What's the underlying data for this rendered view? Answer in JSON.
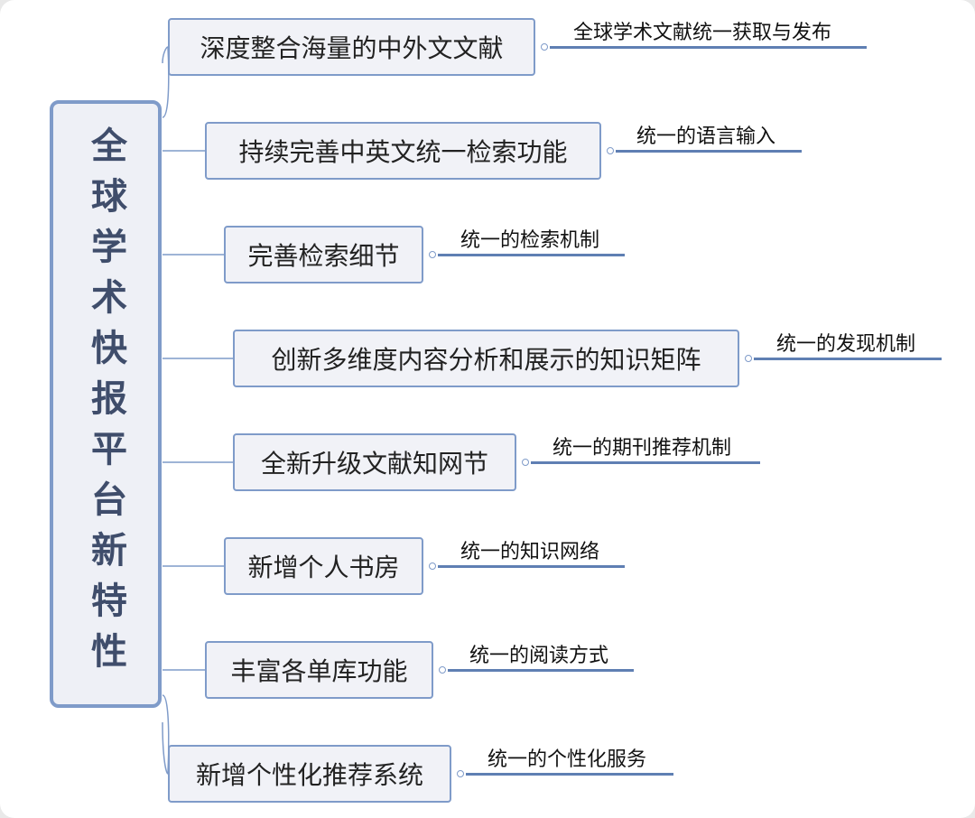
{
  "root": {
    "title": "全球学术快报平台新特性"
  },
  "branches": [
    {
      "label": "深度整合海量的中外文文献",
      "leaf": "全球学术文献统一获取与发布"
    },
    {
      "label": "持续完善中英文统一检索功能",
      "leaf": "统一的语言输入"
    },
    {
      "label": "完善检索细节",
      "leaf": "统一的检索机制"
    },
    {
      "label": "创新多维度内容分析和展示的知识矩阵",
      "leaf": "统一的发现机制"
    },
    {
      "label": "全新升级文献知网节",
      "leaf": "统一的期刊推荐机制"
    },
    {
      "label": "新增个人书房",
      "leaf": "统一的知识网络"
    },
    {
      "label": "丰富各单库功能",
      "leaf": "统一的阅读方式"
    },
    {
      "label": "新增个性化推荐系统",
      "leaf": "统一的个性化服务"
    }
  ],
  "colors": {
    "border": "#7f9bc9",
    "underline": "#5f7fb3",
    "root_text": "#3f4d6b"
  }
}
